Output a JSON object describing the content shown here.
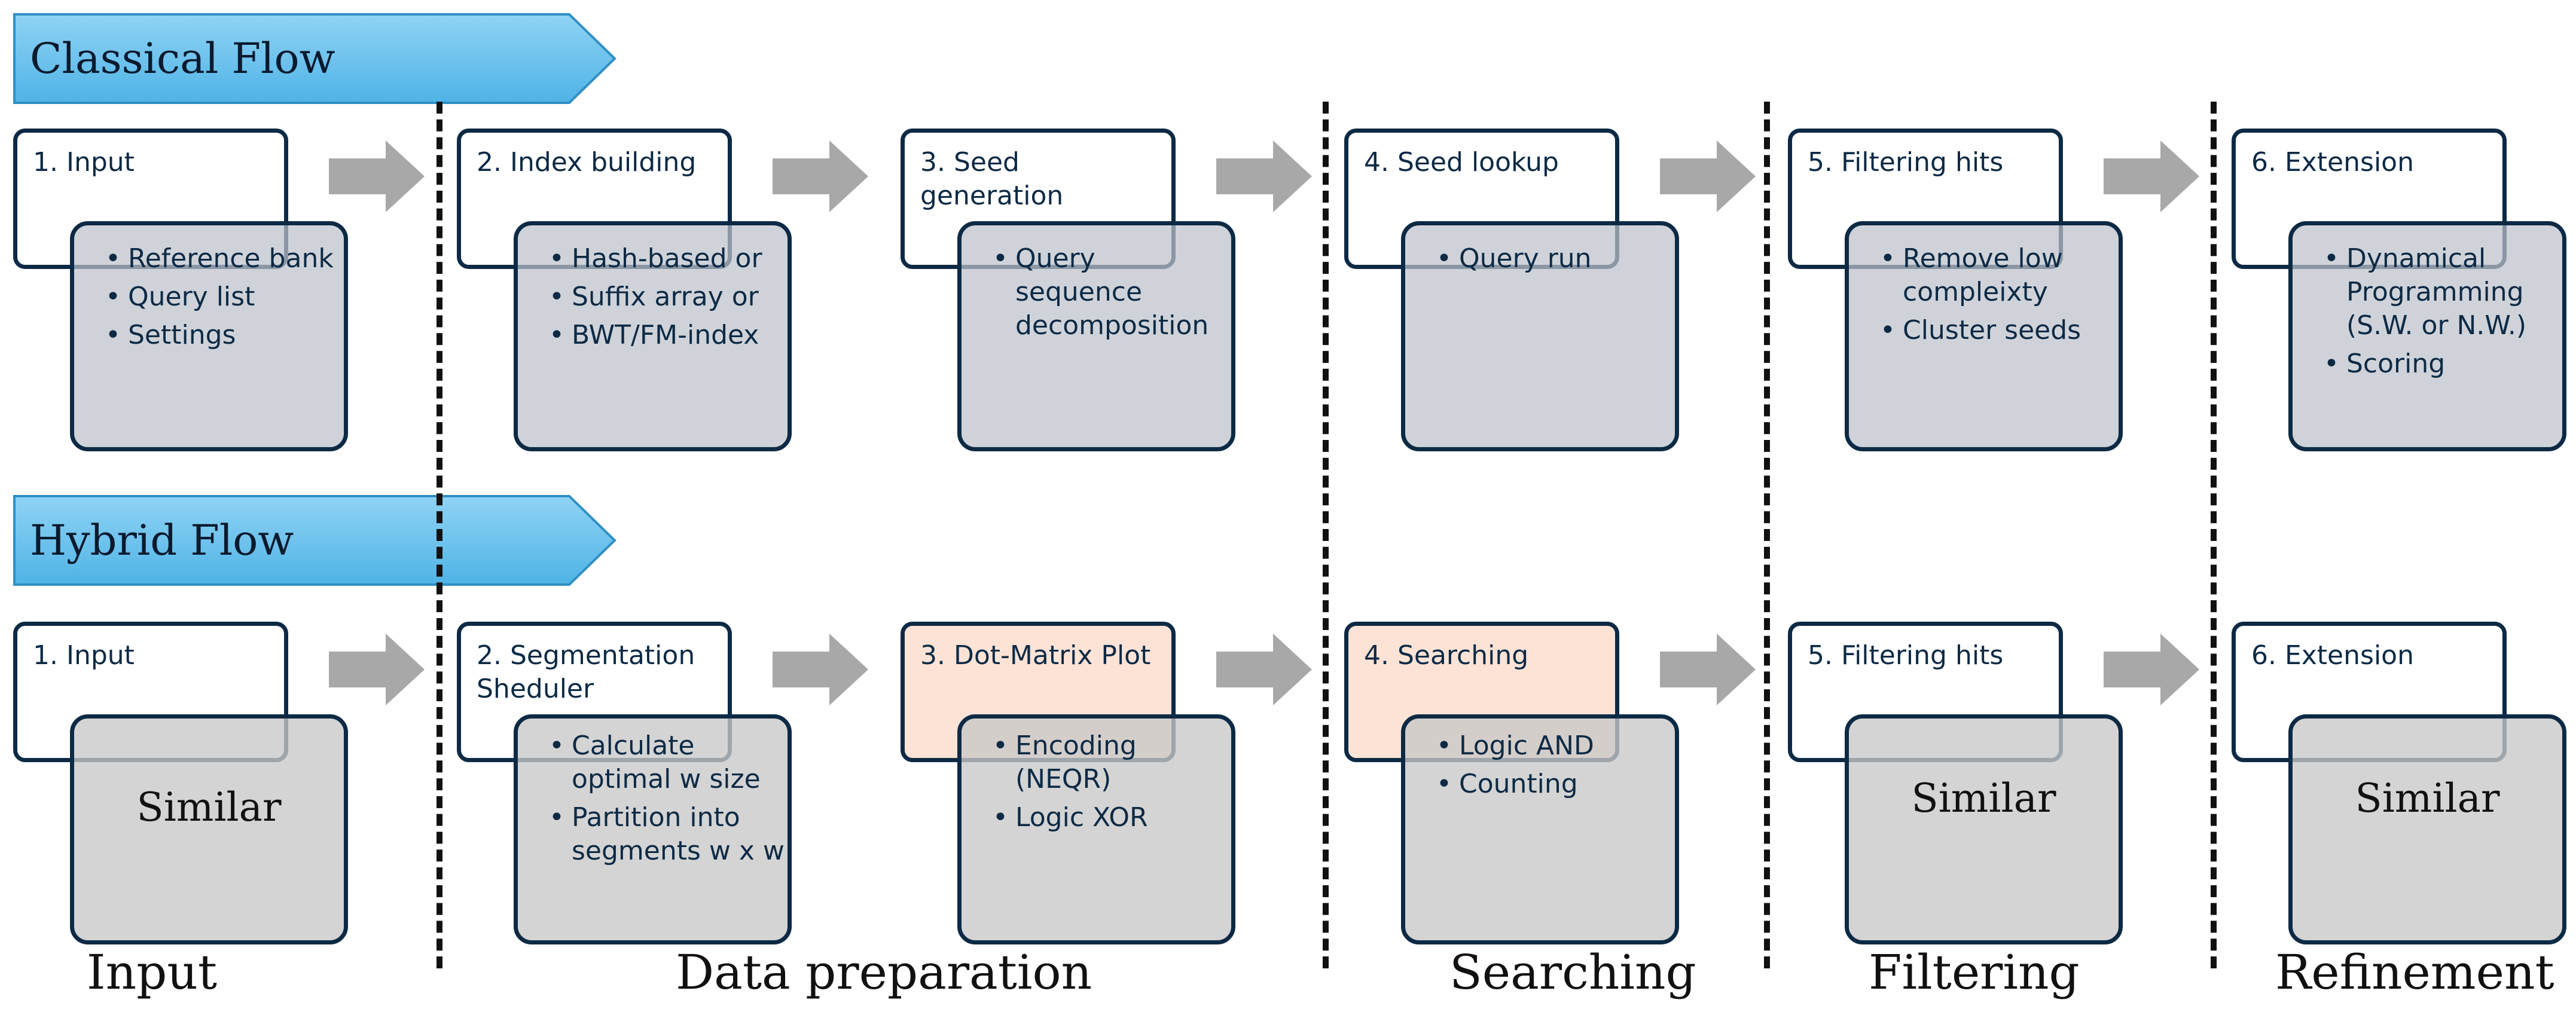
{
  "rows": {
    "classical": {
      "label": "Classical Flow"
    },
    "hybrid": {
      "label": "Hybrid Flow"
    }
  },
  "classical_steps": [
    {
      "title": "1. Input",
      "bullets": [
        "Reference bank",
        "Query list",
        "Settings"
      ]
    },
    {
      "title": "2. Index building",
      "bullets": [
        "Hash-based or",
        "Suffix array or",
        "BWT/FM-index"
      ]
    },
    {
      "title": "3. Seed generation",
      "bullets": [
        "Query sequence decomposition"
      ]
    },
    {
      "title": "4. Seed lookup",
      "bullets": [
        "Query run"
      ]
    },
    {
      "title": "5. Filtering hits",
      "bullets": [
        "Remove low compleixty",
        "Cluster seeds"
      ]
    },
    {
      "title": "6. Extension",
      "bullets": [
        "Dynamical Programming (S.W. or N.W.)",
        "Scoring"
      ]
    }
  ],
  "hybrid_steps": [
    {
      "title": "1. Input",
      "similar": "Similar"
    },
    {
      "title": "2. Segmentation Sheduler",
      "bullets": [
        "Calculate optimal w size",
        "Partition into segments w x w"
      ]
    },
    {
      "title": "3. Dot-Matrix Plot",
      "bullets": [
        "Encoding (NEQR)",
        "Logic XOR"
      ],
      "highlight": true
    },
    {
      "title": "4. Searching",
      "bullets": [
        "Logic AND",
        "Counting"
      ],
      "highlight": true
    },
    {
      "title": "5. Filtering hits",
      "similar": "Similar"
    },
    {
      "title": "6. Extension",
      "similar": "Similar"
    }
  ],
  "phases": [
    "Input",
    "Data preparation",
    "Searching",
    "Filtering",
    "Refinement"
  ],
  "colors": {
    "banner_fill": "#6cc4ef",
    "box_border": "#0d2a45",
    "classical_detail": "#bcc2ca",
    "hybrid_detail": "#c8c8c8",
    "highlight": "#fde3d6",
    "arrow": "#a8a8a8"
  }
}
